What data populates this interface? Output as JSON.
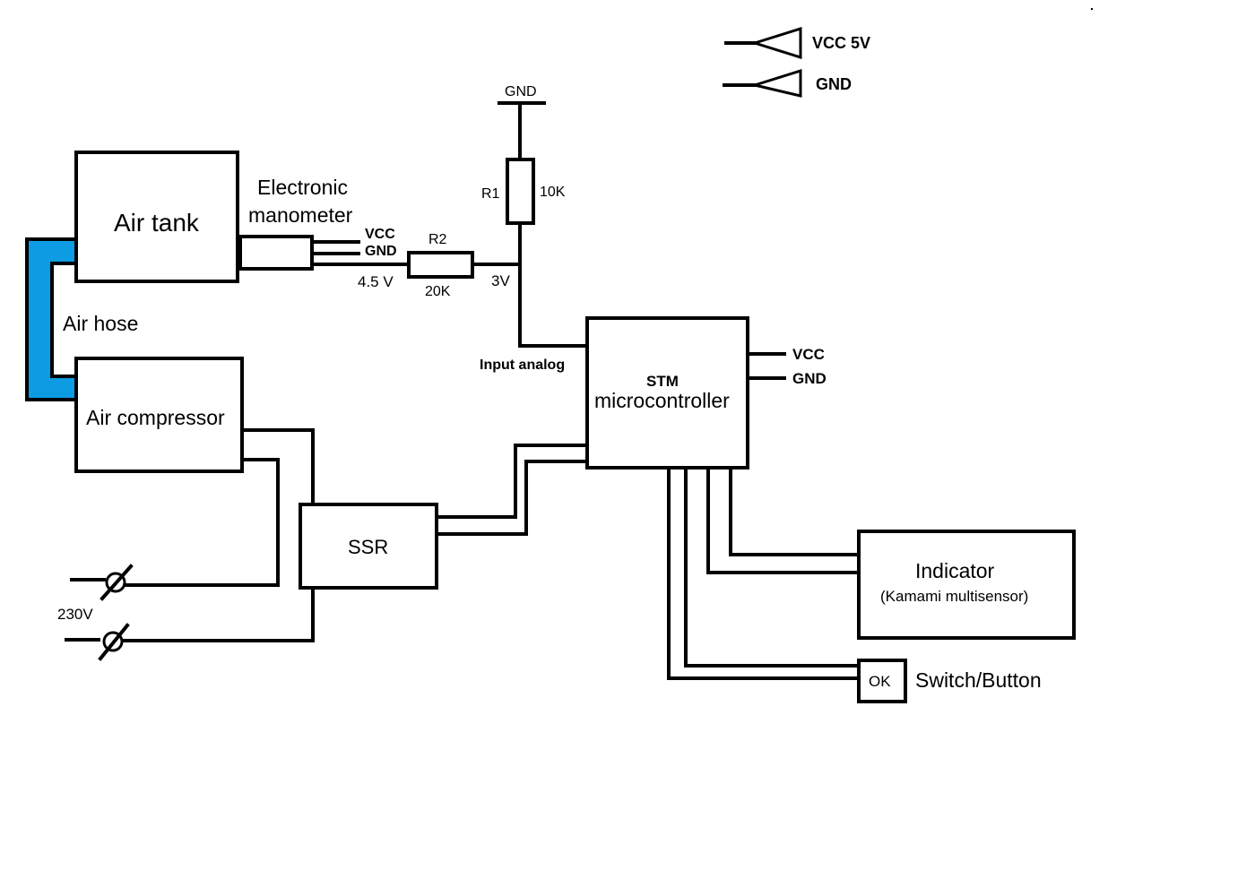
{
  "legend": {
    "vcc_label": "VCC 5V",
    "gnd_label": "GND"
  },
  "blocks": {
    "air_tank": "Air tank",
    "manometer_line1": "Electronic",
    "manometer_line2": "manometer",
    "air_hose": "Air hose",
    "air_compressor": "Air compressor",
    "ssr": "SSR",
    "stm_line1": "STM",
    "stm_line2": "microcontroller",
    "indicator_line1": "Indicator",
    "indicator_line2": "(Kamami multisensor)",
    "switch_button_label": "Switch/Button",
    "switch_ok": "OK"
  },
  "manometer_pins": {
    "vcc": "VCC",
    "gnd": "GND",
    "output_voltage": "4.5 V"
  },
  "divider": {
    "gnd": "GND",
    "r1_name": "R1",
    "r1_value": "10K",
    "r2_name": "R2",
    "r2_value": "20K",
    "node_voltage": "3V",
    "input_label": "Input analog"
  },
  "mcu_pins": {
    "vcc": "VCC",
    "gnd": "GND"
  },
  "mains": {
    "voltage": "230V"
  },
  "colors": {
    "air_hose": "#0d9be3",
    "line": "#000000"
  }
}
